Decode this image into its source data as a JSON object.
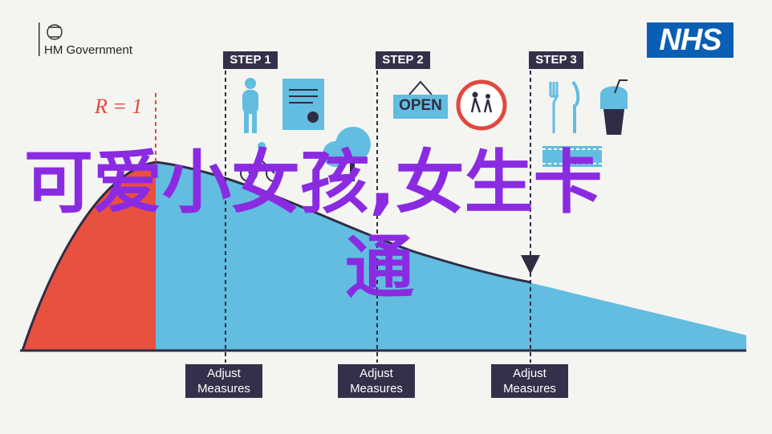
{
  "header": {
    "government_label": "HM Government",
    "nhs_logo": "NHS"
  },
  "r_label": "R = 1",
  "steps": [
    {
      "label": "STEP 1"
    },
    {
      "label": "STEP 2"
    },
    {
      "label": "STEP 3"
    }
  ],
  "adjust_labels": [
    {
      "line1": "Adjust",
      "line2": "Measures"
    },
    {
      "line1": "Adjust",
      "line2": "Measures"
    },
    {
      "line1": "Adjust",
      "line2": "Measures"
    }
  ],
  "sign_text": "OPEN",
  "overlay_text": {
    "line1": "可爱小女孩,女生卡",
    "line2": "通"
  },
  "colors": {
    "red_area": "#e8503f",
    "blue_area": "#62bde0",
    "curve": "#2f2d45",
    "overlay": "#8a2be2",
    "nhs_blue": "#0a5eb3",
    "label_bg": "#33314a"
  }
}
